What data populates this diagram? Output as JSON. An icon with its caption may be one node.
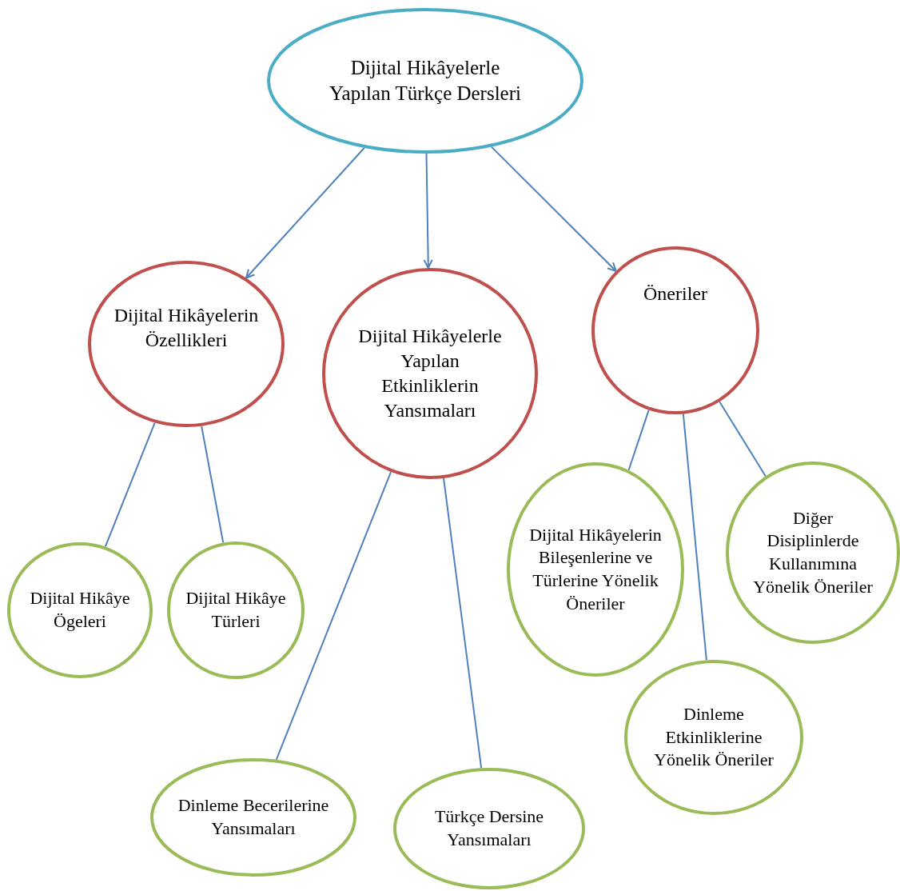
{
  "diagram": {
    "nodes": [
      {
        "text": [
          "Dijital Hikâyelerle Yapılan Türkçe Dersleri"
        ]
      },
      {
        "text": [
          "Dijital Hikâyelerin Özellikleri"
        ]
      },
      {
        "text": [
          "Dijital Hikâyelerle Yapılan Etkinliklerin Yansımaları"
        ]
      },
      {
        "text": [
          "Öneriler"
        ]
      },
      {
        "text": [
          "Dijital Hikâye Ögeleri"
        ]
      },
      {
        "text": [
          "Dijital Hikâye Türleri"
        ]
      },
      {
        "text": [
          "Dinleme Becerilerine Yansımaları"
        ]
      },
      {
        "text": [
          "Türkçe Dersine Yansımaları"
        ]
      },
      {
        "text": [
          "Dijital Hikâyelerin Bileşenlerine ve Türlerine Yönelik Öneriler"
        ]
      },
      {
        "text": [
          "Diğer Disiplinlerde Kullanımına Yönelik Öneriler"
        ]
      },
      {
        "text": [
          "Dinleme Etkinliklerine Yönelik Öneriler"
        ]
      }
    ],
    "edges": [
      {
        "from": 0,
        "to": 1,
        "arrow": "to"
      },
      {
        "from": 0,
        "to": 2,
        "arrow": "to"
      },
      {
        "from": 0,
        "to": 3,
        "arrow": "to"
      },
      {
        "from": 1,
        "to": 4,
        "arrow": "none"
      },
      {
        "from": 1,
        "to": 5,
        "arrow": "none"
      },
      {
        "from": 2,
        "to": 6,
        "arrow": "none"
      },
      {
        "from": 2,
        "to": 7,
        "arrow": "none"
      },
      {
        "from": 3,
        "to": 8,
        "arrow": "none"
      },
      {
        "from": 3,
        "to": 10,
        "arrow": "none"
      },
      {
        "from": 3,
        "to": 9,
        "arrow": "none"
      }
    ]
  }
}
